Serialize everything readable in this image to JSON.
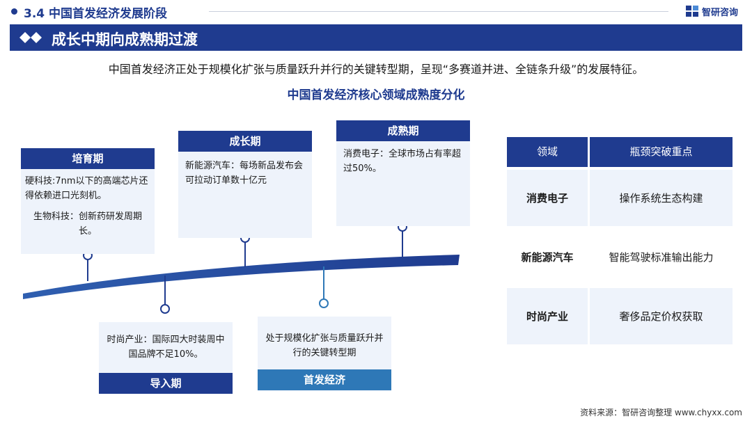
{
  "header": {
    "section_title": "3.4 中国首发经济发展阶段",
    "logo_text": "智研咨询",
    "logo_icon": "zhiyan-logo-icon"
  },
  "banner": {
    "title": "成长中期向成熟期过渡"
  },
  "intro_text": "中国首发经济正处于规模化扩张与质量跃升并行的关键转型期，呈现“多赛道并进、全链条升级”的发展特征。",
  "chart_title": "中国首发经济核心领域成熟度分化",
  "stages": {
    "incubation": {
      "label": "培育期",
      "text_1": "硬科技:7nm以下的高端芯片还得依赖进口光刻机。",
      "text_2": "生物科技：创新药研发周期长。"
    },
    "growth": {
      "label": "成长期",
      "text": "新能源汽车：每场新品发布会可拉动订单数十亿元"
    },
    "mature": {
      "label": "成熟期",
      "text": "消费电子：全球市场占有率超过50%。"
    },
    "introduction": {
      "label": "导入期",
      "text": "时尚产业：国际四大时装周中国品牌不足10%。"
    },
    "debut_economy": {
      "label": "首发经济",
      "text": "处于规模化扩张与质量跃升并行的关键转型期"
    }
  },
  "table": {
    "headers": [
      "领域",
      "瓶颈突破重点"
    ],
    "rows": [
      {
        "field": "消费电子",
        "focus": "操作系统生态构建"
      },
      {
        "field": "新能源汽车",
        "focus": "智能驾驶标准输出能力"
      },
      {
        "field": "时尚产业",
        "focus": "奢侈品定价权获取"
      }
    ]
  },
  "source": "资料来源：智研咨询整理 www.chyxx.com",
  "colors": {
    "brand_navy": "#1f3b8f",
    "stage_box_bg": "#eef3fb",
    "debut_label_bg": "#2e78b7"
  }
}
